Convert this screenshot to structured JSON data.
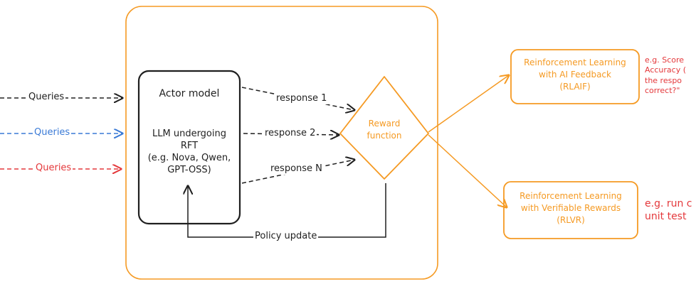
{
  "queries": [
    {
      "label": "Queries",
      "color": "#222222"
    },
    {
      "label": "Queries",
      "color": "#3a7ad6"
    },
    {
      "label": "Queries",
      "color": "#e4383b"
    }
  ],
  "actor": {
    "title": "Actor model",
    "desc_lines": [
      "LLM undergoing",
      "RFT",
      "(e.g. Nova, Qwen,",
      "GPT-OSS)"
    ]
  },
  "responses": [
    "response 1",
    "response 2",
    "response N"
  ],
  "reward": {
    "lines": [
      "Reward",
      "function"
    ]
  },
  "policy_update": "Policy update",
  "rlaif": {
    "lines": [
      "Reinforcement Learning",
      "with AI Feedback",
      "(RLAIF)"
    ],
    "note_lines": [
      "e.g. Score",
      "Accuracy (",
      "the respo",
      "correct?\""
    ]
  },
  "rlvr": {
    "lines": [
      "Reinforcement Learning",
      "with Verifiable Rewards",
      "(RLVR)"
    ],
    "note_lines": [
      "e.g. run c",
      "unit test"
    ]
  },
  "colors": {
    "orange": "#f59a23",
    "dark": "#1f1f1f",
    "blue": "#3a7ad6",
    "red": "#e4383b"
  }
}
